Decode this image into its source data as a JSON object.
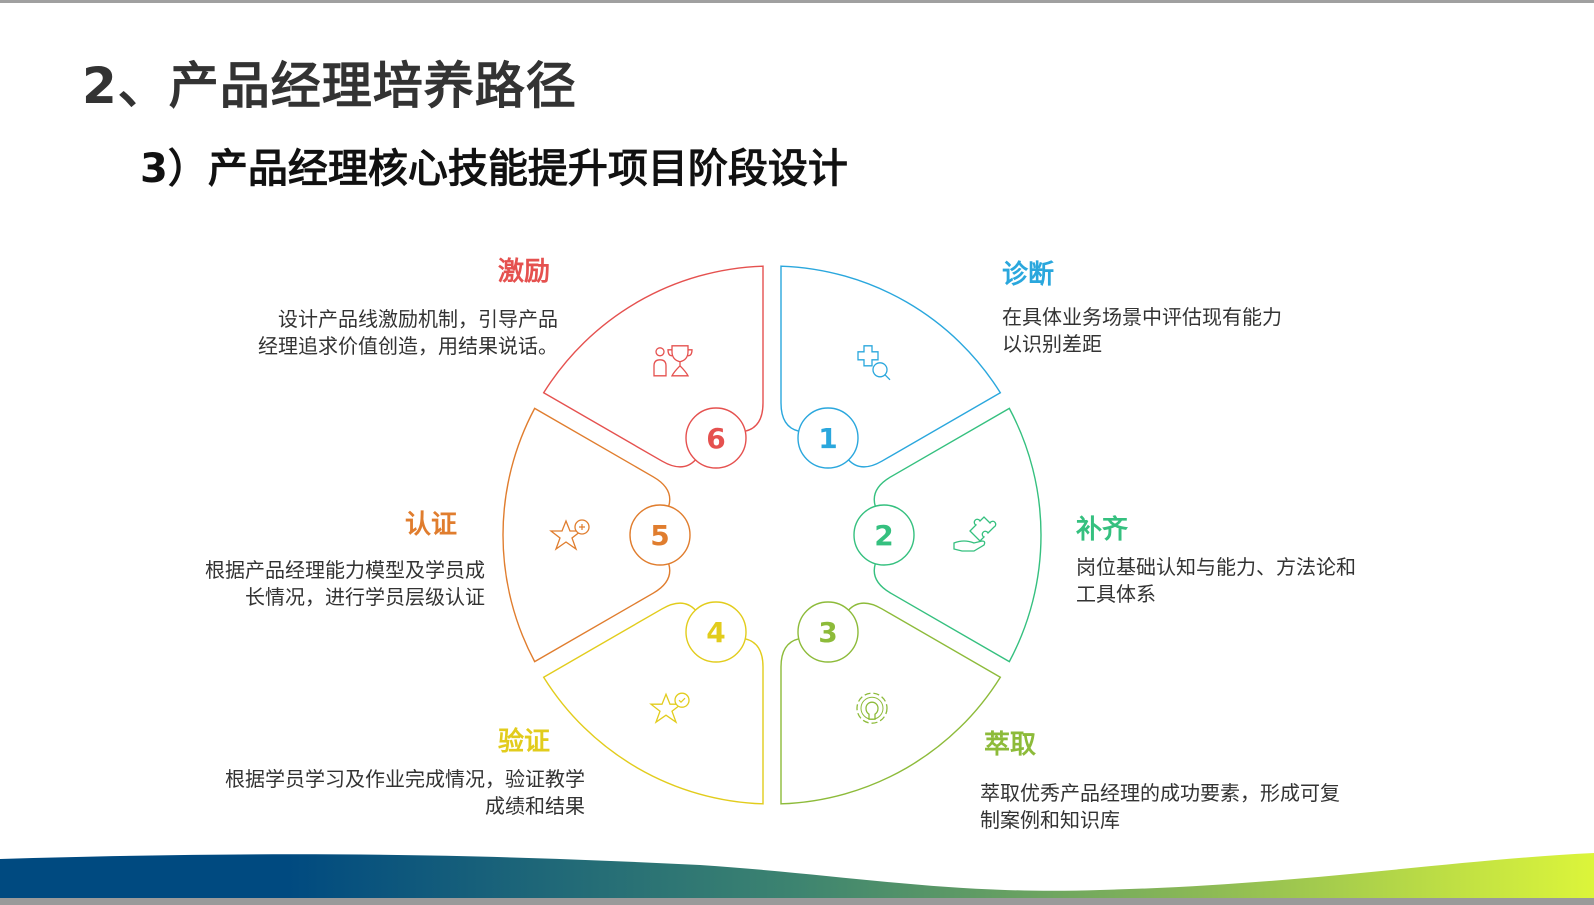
{
  "title": "2、产品经理培养路径",
  "subtitle": "3）产品经理核心技能提升项目阶段设计",
  "stages": [
    {
      "num": "1",
      "title": "诊断",
      "desc": [
        "在具体业务场景中评估现有能力",
        "以识别差距"
      ],
      "color": "#2aa7dd",
      "icon": "puzzle-search-icon"
    },
    {
      "num": "2",
      "title": "补齐",
      "desc": [
        "岗位基础认知与能力、方法论和",
        "工具体系"
      ],
      "color": "#35c07f",
      "icon": "hand-puzzle-icon"
    },
    {
      "num": "3",
      "title": "萃取",
      "desc": [
        "萃取优秀产品经理的成功要素，形成可复",
        "制案例和知识库"
      ],
      "color": "#8dbb3a",
      "icon": "gear-bulb-icon"
    },
    {
      "num": "4",
      "title": "验证",
      "desc": [
        "根据学员学习及作业完成情况，验证教学",
        "成绩和结果"
      ],
      "color": "#e2cc1c",
      "icon": "star-check-icon"
    },
    {
      "num": "5",
      "title": "认证",
      "desc": [
        "根据产品经理能力模型及学员成",
        "长情况，进行学员层级认证"
      ],
      "color": "#e07d2e",
      "icon": "star-plus-icon"
    },
    {
      "num": "6",
      "title": "激励",
      "desc": [
        "设计产品线激励机制，引导产品",
        "经理追求价值创造，用结果说话。"
      ],
      "color": "#e5514f",
      "icon": "person-trophy-icon"
    }
  ]
}
